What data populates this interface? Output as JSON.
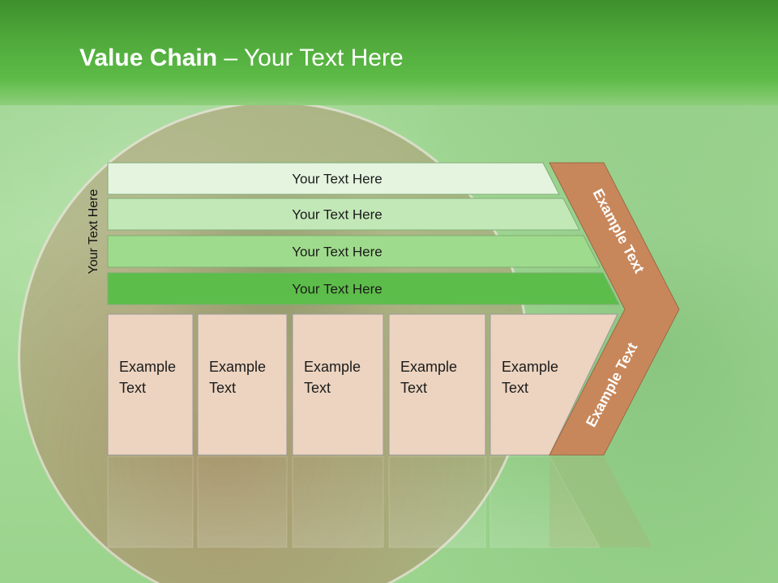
{
  "slide": {
    "title_bold": "Value Chain",
    "title_rest": " – Your Text Here",
    "vertical_label": "Your Text Here"
  },
  "support_bars": [
    {
      "label": "Your Text Here",
      "color": "#e4f4df"
    },
    {
      "label": "Your Text Here",
      "color": "#c3e8b8"
    },
    {
      "label": "Your Text Here",
      "color": "#9fdb8c"
    },
    {
      "label": "Your Text Here",
      "color": "#5dbd4a"
    }
  ],
  "primary_boxes": [
    {
      "line1": "Example",
      "line2": "Text"
    },
    {
      "line1": "Example",
      "line2": "Text"
    },
    {
      "line1": "Example",
      "line2": "Text"
    },
    {
      "line1": "Example",
      "line2": "Text"
    },
    {
      "line1": "Example",
      "line2": "Text"
    }
  ],
  "chevron": {
    "upper_text": "Example Text",
    "lower_text": "Example Text",
    "color": "#c8875a"
  },
  "colors": {
    "box_fill": "#ecd4c0",
    "box_stroke": "#9a9a9a",
    "header_green": "#4ea83a"
  }
}
